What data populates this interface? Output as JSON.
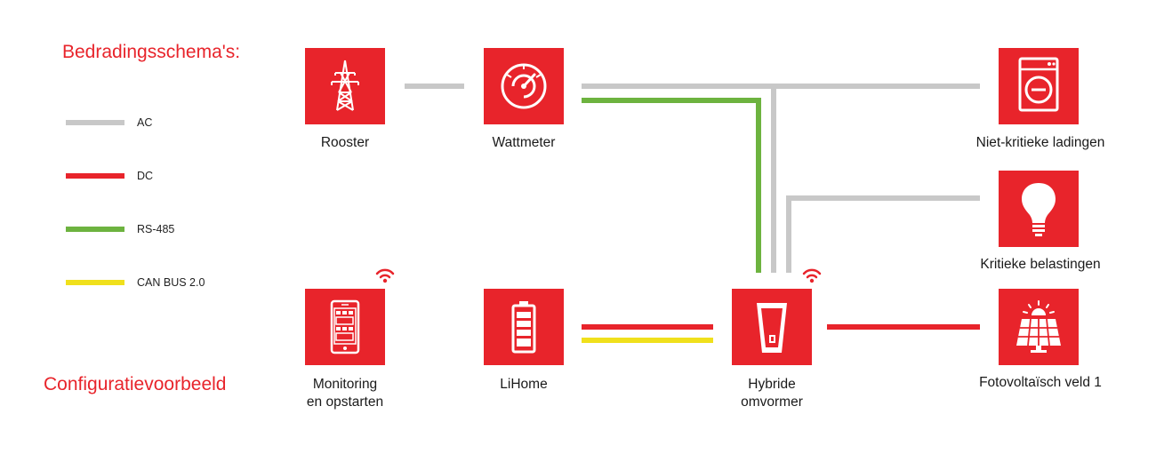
{
  "titles": {
    "wiring": "Bedradingsschema's:",
    "example": "Configuratievoorbeeld"
  },
  "legend": [
    {
      "label": "AC",
      "color": "#c8c8c8"
    },
    {
      "label": "DC",
      "color": "#e8242b"
    },
    {
      "label": "RS-485",
      "color": "#6db33f"
    },
    {
      "label": "CAN BUS 2.0",
      "color": "#f0e01c"
    }
  ],
  "colors": {
    "accent": "#e8242b",
    "ac": "#c8c8c8",
    "dc": "#e8242b",
    "rs485": "#6db33f",
    "canbus": "#f0e01c"
  },
  "nodes": {
    "grid": {
      "label": "Rooster",
      "icon": "power-pylon-icon"
    },
    "wattmeter": {
      "label": "Wattmeter",
      "icon": "meter-gauge-icon"
    },
    "noncritical": {
      "label": "Niet-kritieke ladingen",
      "icon": "washing-machine-icon"
    },
    "critical": {
      "label": "Kritieke belastingen",
      "icon": "light-bulb-icon"
    },
    "monitoring": {
      "label_line1": "Monitoring",
      "label_line2": "en opstarten",
      "icon": "smartphone-icon"
    },
    "battery": {
      "label": "LiHome",
      "icon": "battery-icon"
    },
    "inverter": {
      "label_line1": "Hybride",
      "label_line2": "omvormer",
      "icon": "inverter-icon"
    },
    "pv": {
      "label": "Fotovoltaïsch veld 1",
      "icon": "solar-panel-icon"
    }
  }
}
